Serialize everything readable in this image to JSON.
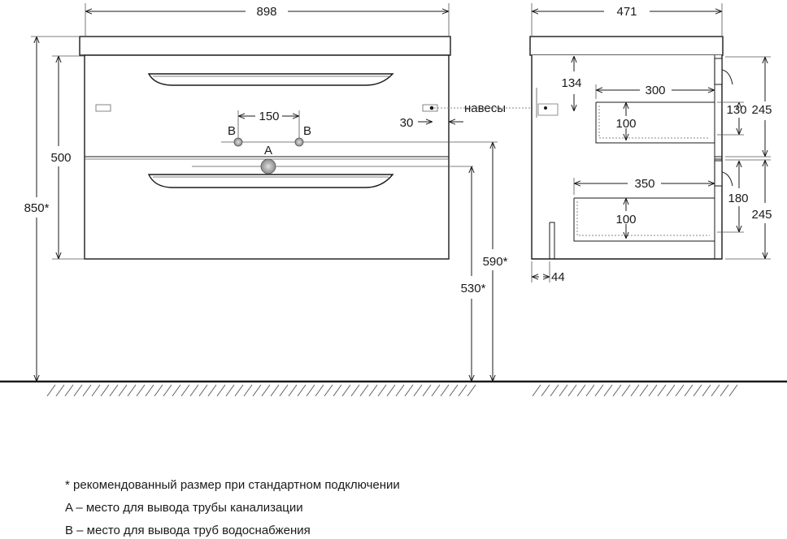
{
  "front": {
    "width": "898",
    "height_body": "500",
    "height_total": "850*",
    "pipe_spacing": "150",
    "label_a": "A",
    "label_b_left": "B",
    "label_b_right": "B",
    "hanger_offset": "30",
    "hanger_label": "навесы",
    "height_a": "590*",
    "height_b": "530*"
  },
  "side": {
    "depth": "471",
    "top_offset": "134",
    "drawer1_depth": "300",
    "drawer1_inner": "100",
    "drawer1_height": "130",
    "drawer1_front": "245",
    "drawer2_depth": "350",
    "drawer2_inner": "100",
    "drawer2_height": "180",
    "drawer2_front": "245",
    "back_gap": "44"
  },
  "notes": [
    "* рекомендованный размер при стандартном подключении",
    "A – место для вывода трубы канализации",
    "B – место для вывода труб водоснабжения"
  ]
}
